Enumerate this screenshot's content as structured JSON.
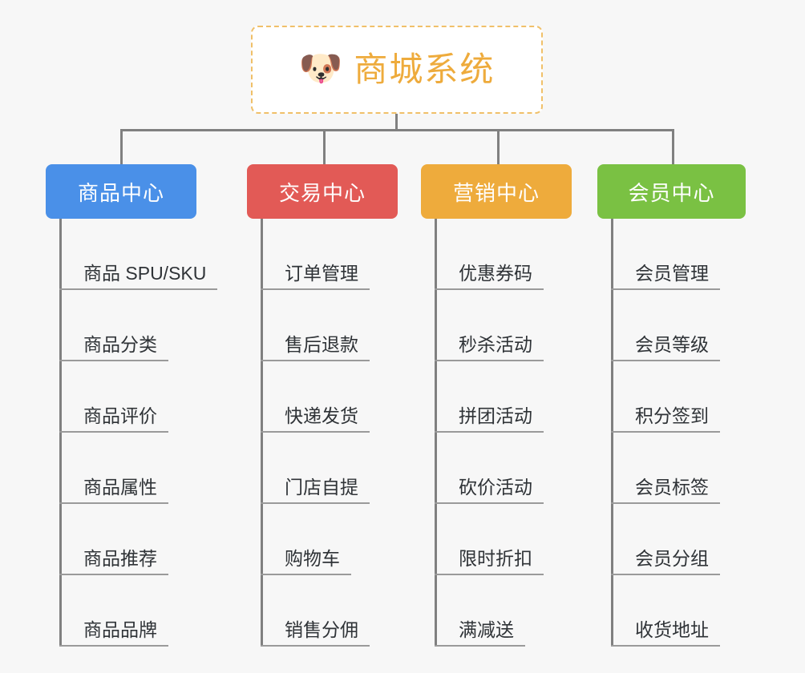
{
  "page": {
    "background_color": "#f7f7f7",
    "line_color": "#808080"
  },
  "root": {
    "icon": "dog-face-emoji",
    "icon_glyph": "🐶",
    "title": "商城系统",
    "text_color": "#eeab3c",
    "border_color": "#f0c069",
    "background_color": "#ffffff"
  },
  "columns": [
    {
      "id": "product-center",
      "label": "商品中心",
      "color": "#4a90e8",
      "items": [
        "商品 SPU/SKU",
        "商品分类",
        "商品评价",
        "商品属性",
        "商品推荐",
        "商品品牌"
      ]
    },
    {
      "id": "trade-center",
      "label": "交易中心",
      "color": "#e25a56",
      "items": [
        "订单管理",
        "售后退款",
        "快递发货",
        "门店自提",
        "购物车",
        "销售分佣"
      ]
    },
    {
      "id": "marketing-center",
      "label": "营销中心",
      "color": "#eeab3c",
      "items": [
        "优惠券码",
        "秒杀活动",
        "拼团活动",
        "砍价活动",
        "限时折扣",
        "满减送"
      ]
    },
    {
      "id": "member-center",
      "label": "会员中心",
      "color": "#7ac143",
      "items": [
        "会员管理",
        "会员等级",
        "积分签到",
        "会员标签",
        "会员分组",
        "收货地址"
      ]
    }
  ]
}
